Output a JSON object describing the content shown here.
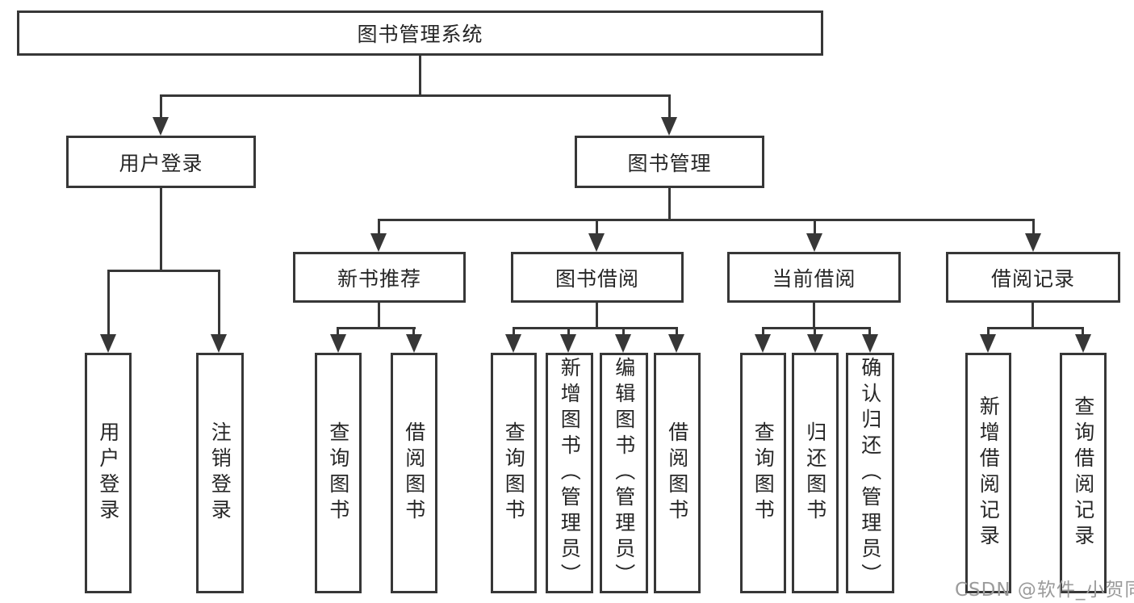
{
  "diagram_title": "图书管理系统",
  "watermark": "CSDN @软件_小贺同学",
  "colors": {
    "line": "#373737",
    "text": "#262626",
    "background": "#ffffff",
    "watermark": "#9b9b9b"
  },
  "tree": {
    "label": "图书管理系统",
    "children": [
      {
        "label": "用户登录",
        "children": [
          {
            "label": "用户登录"
          },
          {
            "label": "注销登录"
          }
        ]
      },
      {
        "label": "图书管理",
        "children": [
          {
            "label": "新书推荐",
            "children": [
              {
                "label": "查询图书"
              },
              {
                "label": "借阅图书"
              }
            ]
          },
          {
            "label": "图书借阅",
            "children": [
              {
                "label": "查询图书"
              },
              {
                "label": "新增图书（管理员）"
              },
              {
                "label": "编辑图书（管理员）"
              },
              {
                "label": "借阅图书"
              }
            ]
          },
          {
            "label": "当前借阅",
            "children": [
              {
                "label": "查询图书"
              },
              {
                "label": "归还图书"
              },
              {
                "label": "确认归还（管理员）"
              }
            ]
          },
          {
            "label": "借阅记录",
            "children": [
              {
                "label": "新增借阅记录"
              },
              {
                "label": "查询借阅记录"
              }
            ]
          }
        ]
      }
    ]
  }
}
